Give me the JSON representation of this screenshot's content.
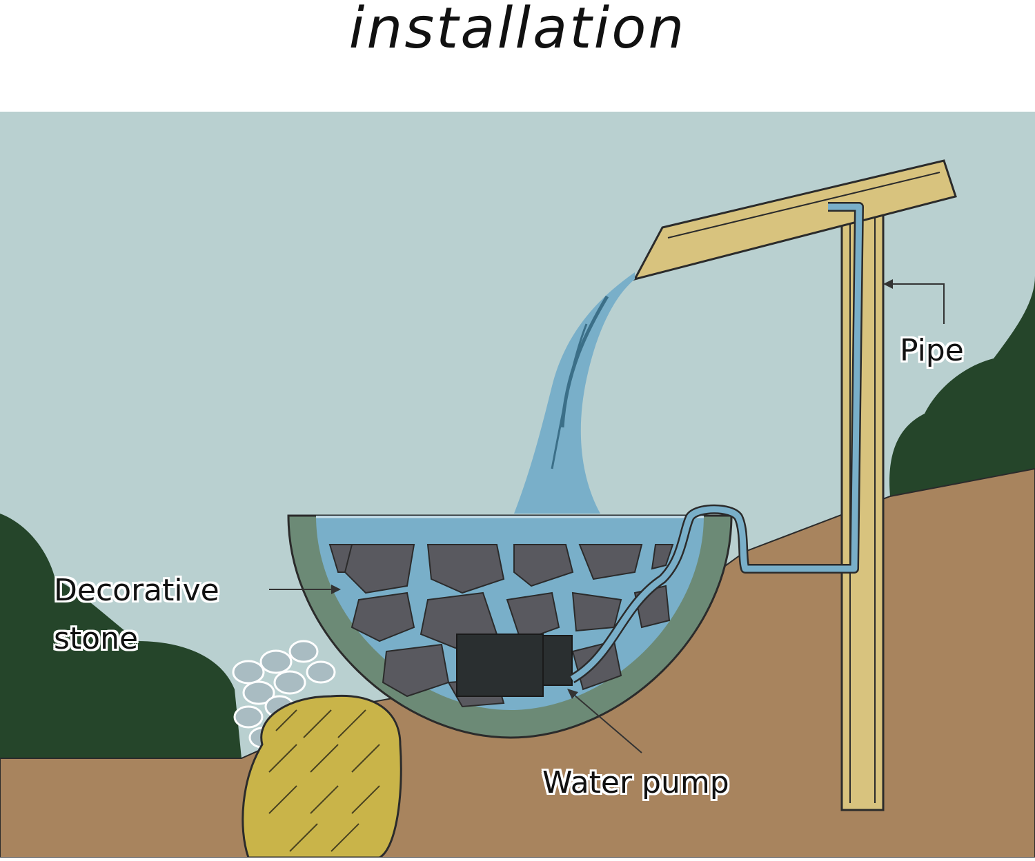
{
  "title": "installation",
  "labels": {
    "pipe": "Pipe",
    "decorative_stone_line1": "Decorative",
    "decorative_stone_line2": "stone",
    "water_pump": "Water pump"
  },
  "colors": {
    "sky": "#b9d0d0",
    "soil": "#a8845e",
    "bush": "#25452a",
    "water": "#79afc9",
    "bowl": "#6c8a76",
    "wood": "#d8c37e",
    "rock": "#c9b449",
    "stone": "#59595f",
    "pump": "#2a2f30",
    "gravel": "#a9bcc2"
  }
}
